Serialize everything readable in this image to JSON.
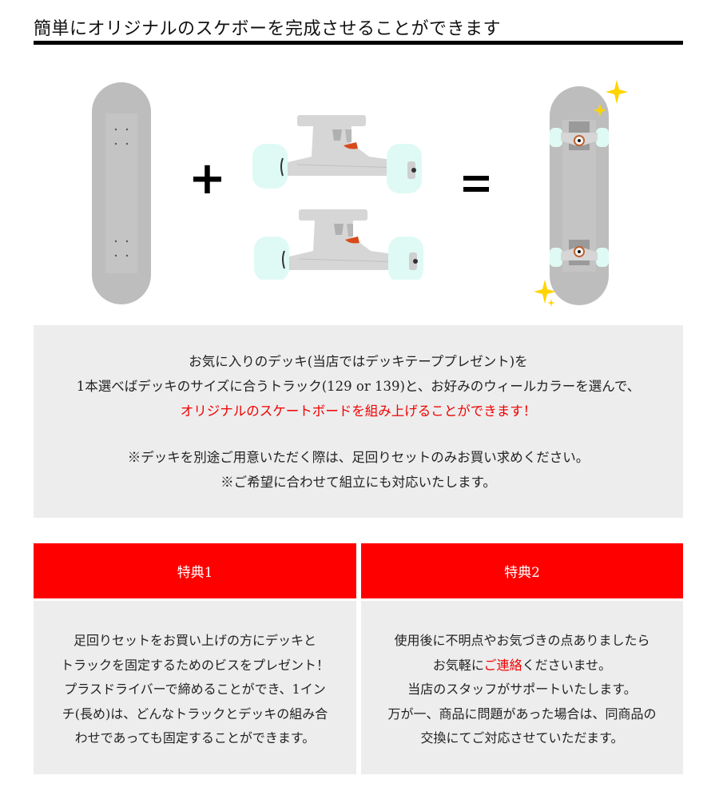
{
  "header": {
    "title": "簡単にオリジナルのスケボーを完成させることができます"
  },
  "illustration": {
    "items": [
      "deck-image",
      "plus-icon",
      "trucks-wheels-image",
      "equals-icon",
      "complete-skateboard-image"
    ],
    "plus_symbol": "+",
    "equals_symbol": "=",
    "colors": {
      "deck": "#bdbdbd",
      "truck": "#d6d6d6",
      "wheel": "#dffaf4",
      "bushing": "#d84a1b",
      "sparkle": "#ffd400"
    }
  },
  "intro": {
    "line1": "お気に入りのデッキ(当店ではデッキテーププレゼント)を",
    "line2": "1本選べばデッキのサイズに合うトラック(129 or 139)と、お好みのウィールカラーを選んで、",
    "line3_highlight": "オリジナルのスケートボードを組み上げることができます！",
    "note1": "※デッキを別途ご用意いただく際は、足回りセットのみお買い求めください。",
    "note2": "※ご希望に合わせて組立にも対応いたします。"
  },
  "perks": [
    {
      "title": "特典1",
      "lines": [
        "足回りセットをお買い上げの方にデッキと",
        "トラックを固定するためのビスをプレゼント！",
        "プラスドライバーで締めることができ、1イン",
        "チ(長め)は、どんなトラックとデッキの組み合",
        "わせであっても固定することができます。"
      ]
    },
    {
      "title": "特典2",
      "line1": "使用後に不明点やお気づきの点ありましたら",
      "line2_pre": "お気軽に",
      "line2_link": "ご連絡",
      "line2_post": "くださいませ。",
      "line3": "当店のスタッフがサポートいたします。",
      "line4": "万が一、商品に問題があった場合は、同商品の",
      "line5": "交換にてご対応させていただます。"
    }
  ],
  "colors": {
    "accent_red": "#ff0000",
    "panel_gray": "#ededed",
    "text": "#222222"
  }
}
